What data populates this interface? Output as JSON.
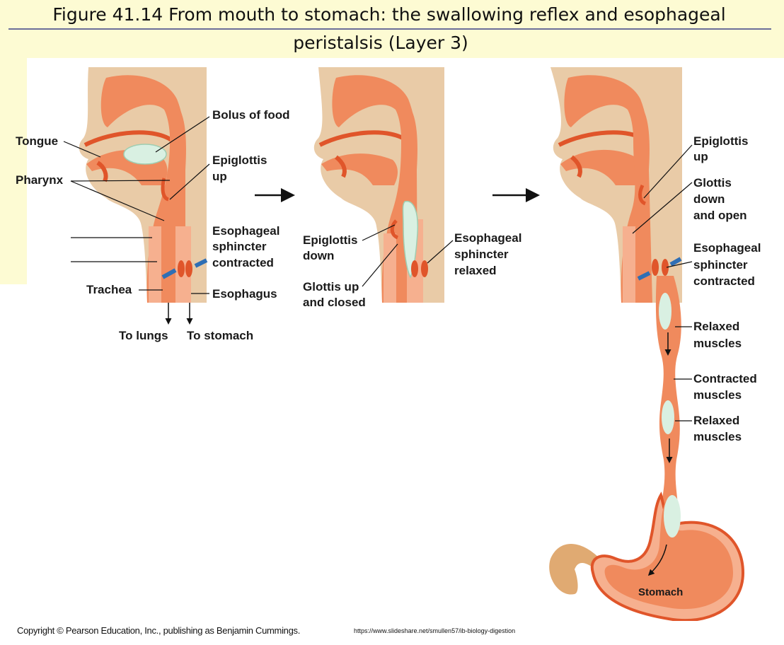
{
  "title": {
    "line1": "Figure 41.14  From mouth to stomach: the swallowing reflex and esophageal",
    "line2": "peristalsis (Layer 3)"
  },
  "panel1": {
    "bolus": "Bolus of food",
    "tongue": "Tongue",
    "pharynx": "Pharynx",
    "epiglottis_1": "Epiglottis",
    "epiglottis_2": "up",
    "sphincter_1": "Esophageal",
    "sphincter_2": "sphincter",
    "sphincter_3": "contracted",
    "trachea": "Trachea",
    "esophagus": "Esophagus",
    "to_lungs": "To lungs",
    "to_stomach": "To stomach"
  },
  "panel2": {
    "epiglottis_1": "Epiglottis",
    "epiglottis_2": "down",
    "glottis_1": "Glottis up",
    "glottis_2": "and closed",
    "sphincter_1": "Esophageal",
    "sphincter_2": "sphincter",
    "sphincter_3": "relaxed"
  },
  "panel3": {
    "epiglottis_1": "Epiglottis",
    "epiglottis_2": "up",
    "glottis_1": "Glottis",
    "glottis_2": "down",
    "glottis_3": "and open",
    "sphincter_1": "Esophageal",
    "sphincter_2": "sphincter",
    "sphincter_3": "contracted",
    "relaxed1_1": "Relaxed",
    "relaxed1_2": "muscles",
    "contracted_1": "Contracted",
    "contracted_2": "muscles",
    "relaxed2_1": "Relaxed",
    "relaxed2_2": "muscles",
    "stomach": "Stomach"
  },
  "footer": {
    "copyright": "Copyright © Pearson Education, Inc., publishing as Benjamin Cummings.",
    "url": "https://www.slideshare.net/smullen57/ib-biology-digestion"
  },
  "colors": {
    "header_bg": "#fdfbd3",
    "skin": "#e9cba7",
    "tissue": "#f08a5d",
    "tissue_dark": "#e0552a",
    "food": "#d9f0e2",
    "arrow_blue": "#2f6fb5"
  }
}
